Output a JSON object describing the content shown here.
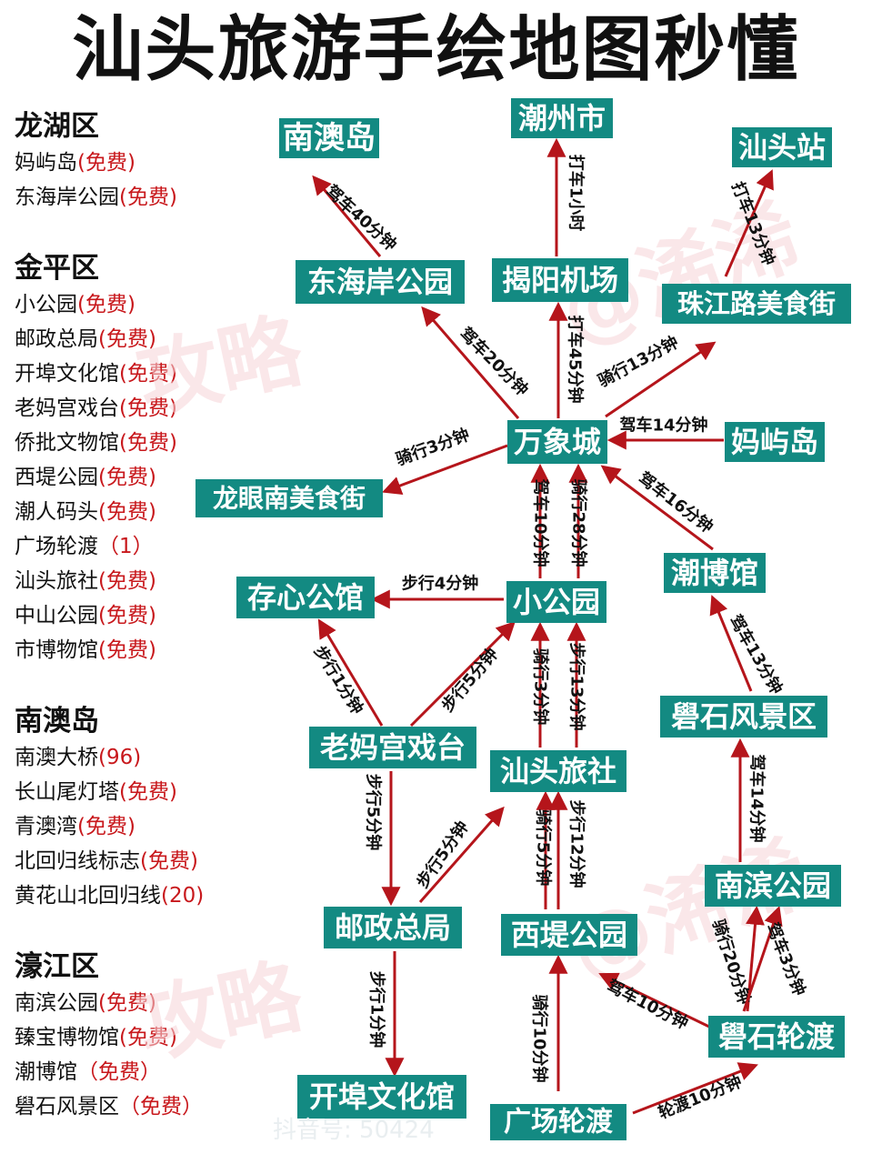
{
  "title": "汕头旅游手绘地图秒懂",
  "watermark": {
    "text_a": "攻略",
    "text_b": "@浠浠"
  },
  "footer": "抖音号: 50424",
  "colors": {
    "node": "#138a82",
    "arrow": "#b5151b",
    "fee": "#c8181c",
    "text": "#111111"
  },
  "legend": [
    {
      "district": "龙湖区",
      "items": [
        {
          "name": "妈屿岛",
          "fee": "(免费)"
        },
        {
          "name": "东海岸公园",
          "fee": "(免费)"
        }
      ]
    },
    {
      "district": "金平区",
      "items": [
        {
          "name": "小公园",
          "fee": "(免费)"
        },
        {
          "name": "邮政总局",
          "fee": "(免费)"
        },
        {
          "name": "开埠文化馆",
          "fee": "(免费)"
        },
        {
          "name": "老妈宫戏台",
          "fee": "(免费)"
        },
        {
          "name": "侨批文物馆",
          "fee": "(免费)"
        },
        {
          "name": "西堤公园",
          "fee": "(免费)"
        },
        {
          "name": "潮人码头",
          "fee": "(免费)"
        },
        {
          "name": "广场轮渡",
          "fee": "（1）"
        },
        {
          "name": "汕头旅社",
          "fee": "(免费)"
        },
        {
          "name": "中山公园",
          "fee": "(免费)"
        },
        {
          "name": "市博物馆",
          "fee": "(免费)"
        }
      ]
    },
    {
      "district": "南澳岛",
      "items": [
        {
          "name": "南澳大桥",
          "fee": "(96)"
        },
        {
          "name": "长山尾灯塔",
          "fee": "(免费)"
        },
        {
          "name": "青澳湾",
          "fee": "(免费)"
        },
        {
          "name": "北回归线标志",
          "fee": "(免费)"
        },
        {
          "name": "黄花山北回归线",
          "fee": "(20)"
        }
      ]
    },
    {
      "district": "濠江区",
      "items": [
        {
          "name": "南滨公园",
          "fee": "(免费)"
        },
        {
          "name": "臻宝博物馆",
          "fee": "(免费)"
        },
        {
          "name": "潮博馆",
          "fee": "（免费）"
        },
        {
          "name": "礐石风景区",
          "fee": "（免费）"
        }
      ]
    }
  ],
  "nodes": {
    "nanao": "南澳岛",
    "chaozhou": "潮州市",
    "shantou_station": "汕头站",
    "donghaian": "东海岸公园",
    "jieyang": "揭阳机场",
    "zhujianglu": "珠江路美食街",
    "wanxiang": "万象城",
    "mayu": "妈屿岛",
    "longyan": "龙眼南美食街",
    "cunxin": "存心公馆",
    "xiaogongyuan": "小公园",
    "chaobo": "潮博馆",
    "laomagong": "老妈宫戏台",
    "lushe": "汕头旅社",
    "queshi_scenic": "礐石风景区",
    "nanbin": "南滨公园",
    "youzheng": "邮政总局",
    "xidi": "西堤公园",
    "queshi_ferry": "礐石轮渡",
    "kaibu": "开埠文化馆",
    "guangchang": "广场轮渡"
  },
  "edges": {
    "e1": "驾车40分钟",
    "e2": "打车1小时",
    "e3": "打车13分钟",
    "e4": "驾车20分钟",
    "e5": "打车45分钟",
    "e6": "骑行13分钟",
    "e7": "驾车14分钟",
    "e8": "骑行3分钟",
    "e9": "驾车10分钟",
    "e10": "骑行28分钟",
    "e11": "驾车16分钟",
    "e12": "步行4分钟",
    "e13": "驾车13分钟",
    "e14": "步行1分钟",
    "e15": "步行5分钟",
    "e16": "骑行3分钟",
    "e17": "步行13分钟",
    "e18": "驾车14分钟",
    "e19": "步行5分钟",
    "e20": "步行5分钟",
    "e21": "骑行5分钟",
    "e22": "步行12分钟",
    "e23": "骑行20分钟",
    "e24": "驾车3分钟",
    "e25": "步行1分钟",
    "e26": "骑行10分钟",
    "e27": "驾车10分钟",
    "e28": "轮渡10分钟"
  }
}
